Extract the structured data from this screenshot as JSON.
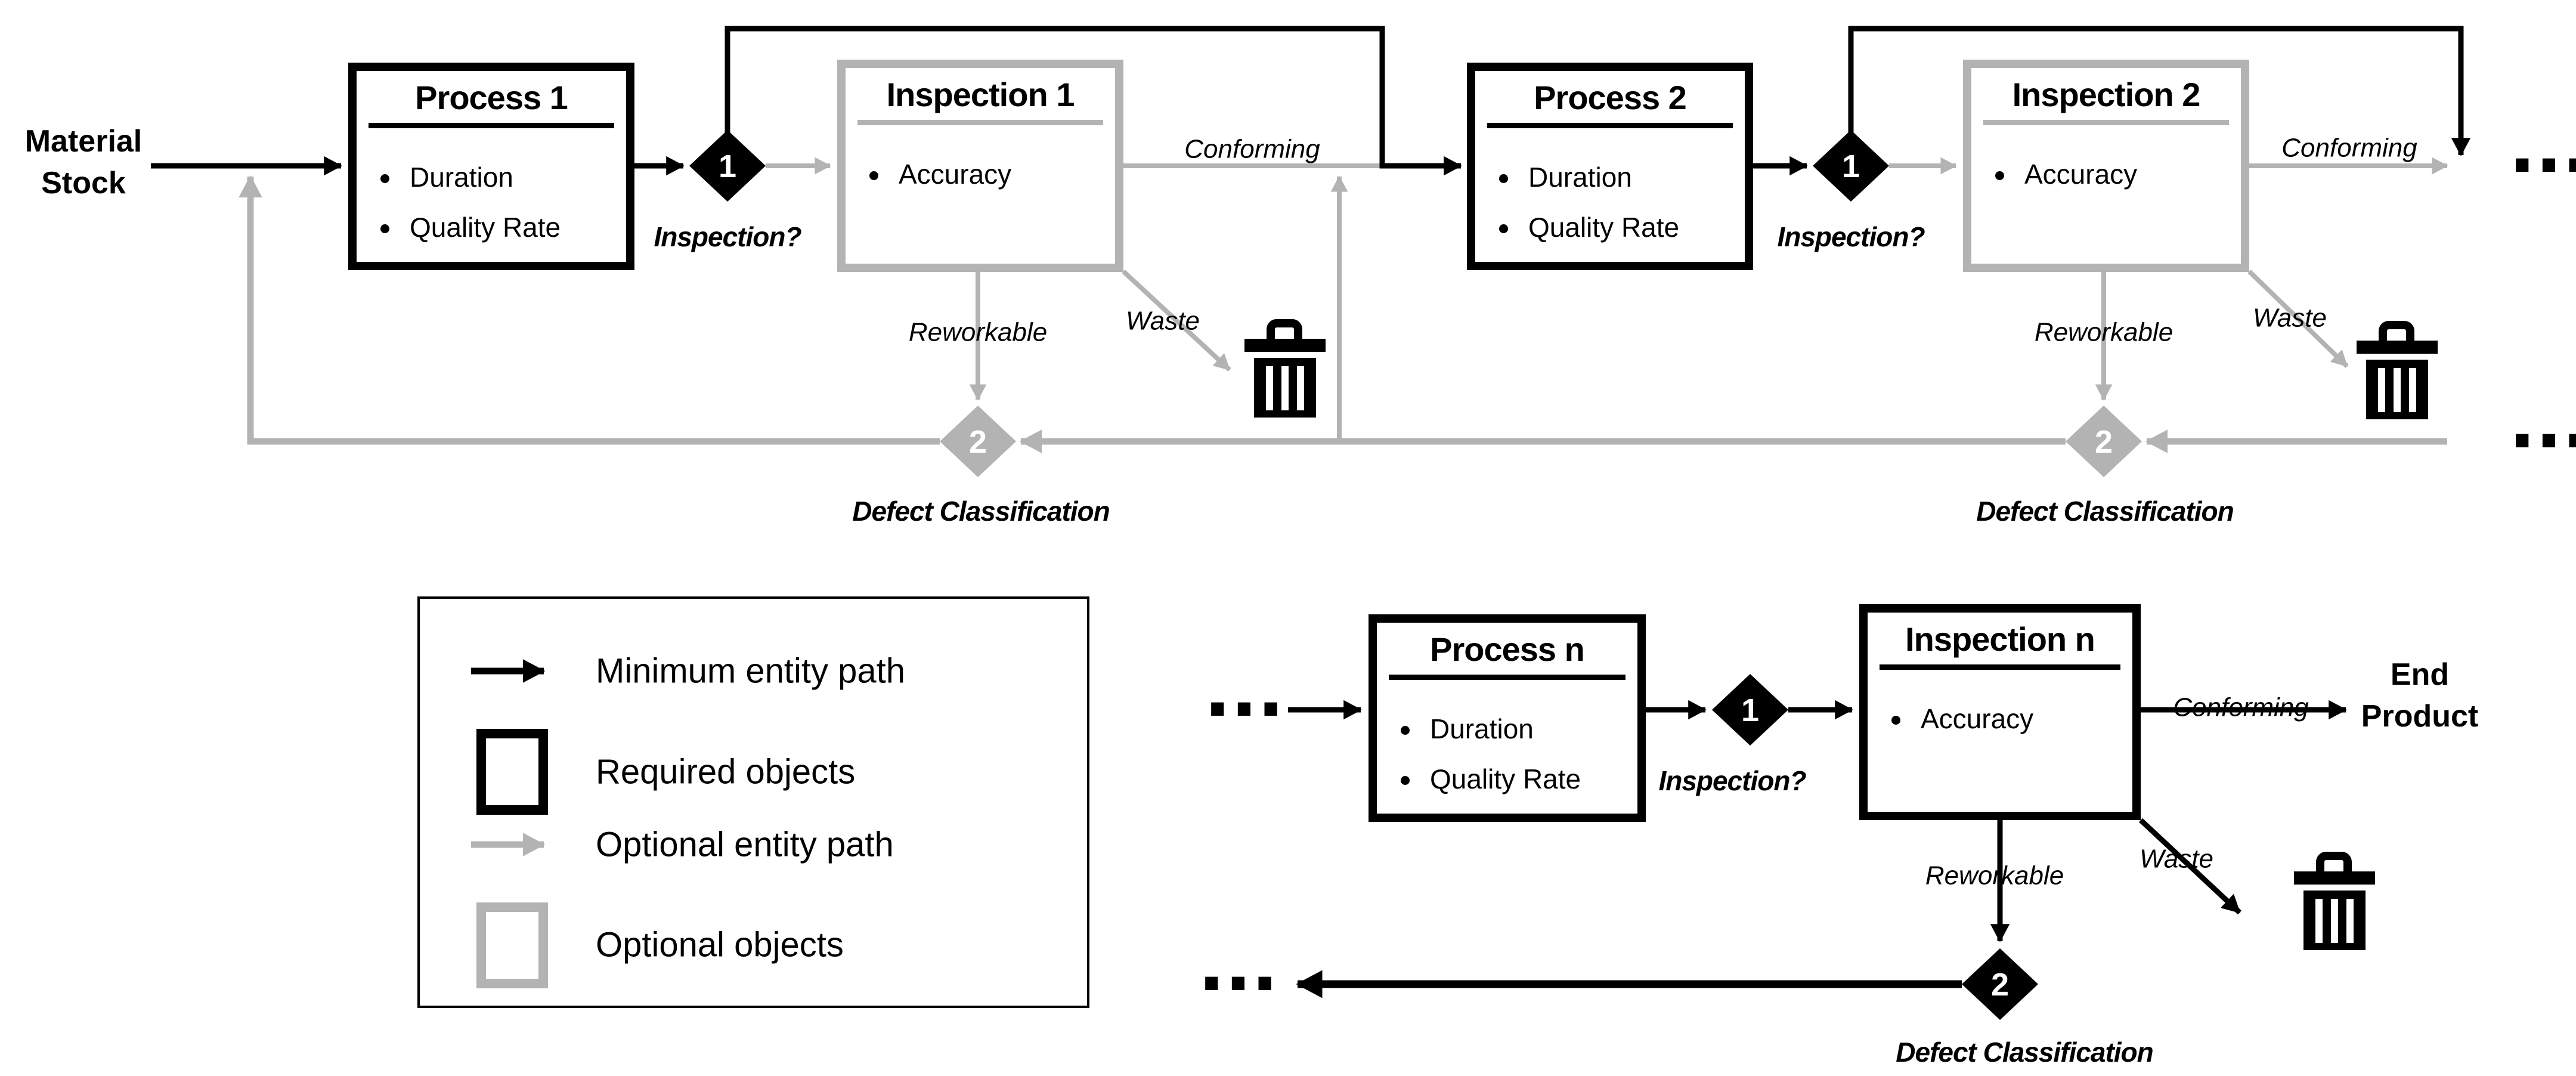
{
  "colors": {
    "required_black": "#000000",
    "optional_gray": "#b3b3b3",
    "text": "#000000",
    "background": "#ffffff"
  },
  "source": {
    "line1": "Material",
    "line2": "Stock"
  },
  "sink": {
    "line1": "End",
    "line2": "Product"
  },
  "continuation": "...",
  "stages": [
    {
      "process": {
        "title": "Process 1",
        "bullets": [
          "Duration",
          "Quality Rate"
        ]
      },
      "decision": {
        "number": "1",
        "label": "Inspection?"
      },
      "inspection": {
        "title": "Inspection 1",
        "bullets": [
          "Accuracy"
        ]
      },
      "paths": {
        "conforming": "Conforming",
        "reworkable": "Reworkable",
        "waste": "Waste"
      },
      "classifier": {
        "number": "2",
        "label": "Defect Classification"
      }
    },
    {
      "process": {
        "title": "Process 2",
        "bullets": [
          "Duration",
          "Quality Rate"
        ]
      },
      "decision": {
        "number": "1",
        "label": "Inspection?"
      },
      "inspection": {
        "title": "Inspection 2",
        "bullets": [
          "Accuracy"
        ]
      },
      "paths": {
        "conforming": "Conforming",
        "reworkable": "Reworkable",
        "waste": "Waste"
      },
      "classifier": {
        "number": "2",
        "label": "Defect Classification"
      }
    },
    {
      "process": {
        "title": "Process n",
        "bullets": [
          "Duration",
          "Quality Rate"
        ]
      },
      "decision": {
        "number": "1",
        "label": "Inspection?"
      },
      "inspection": {
        "title": "Inspection n",
        "bullets": [
          "Accuracy"
        ]
      },
      "paths": {
        "conforming": "Conforming",
        "reworkable": "Reworkable",
        "waste": "Waste"
      },
      "classifier": {
        "number": "2",
        "label": "Defect Classification"
      }
    }
  ],
  "legend": {
    "items": [
      {
        "icon": "black-arrow-icon",
        "label": "Minimum entity path"
      },
      {
        "icon": "black-box-icon",
        "label": "Required objects"
      },
      {
        "icon": "gray-arrow-icon",
        "label": "Optional entity path"
      },
      {
        "icon": "gray-box-icon",
        "label": "Optional objects"
      }
    ]
  }
}
